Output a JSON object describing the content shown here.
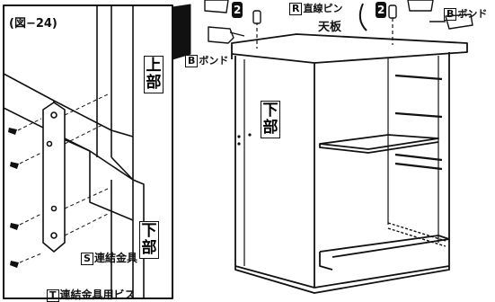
{
  "figure": {
    "number": "(図−24)"
  },
  "detail": {
    "position_top": [
      "上",
      "部"
    ],
    "position_bottom": [
      "下",
      "部"
    ],
    "bracket_label": {
      "code": "S",
      "text": "連結金具"
    },
    "screw_label": {
      "code": "T",
      "text": "連結金具用ビス"
    }
  },
  "cabinet": {
    "top_label": "天板",
    "position_label": [
      "下",
      "部"
    ],
    "dowel_label": {
      "code": "R",
      "text": "直線ピン"
    },
    "bond_label_left": {
      "code": "B",
      "text": "ボンド"
    },
    "bond_label_right": {
      "code": "B",
      "text": "ボンド"
    },
    "bottle_marks": [
      "2",
      "2"
    ]
  }
}
